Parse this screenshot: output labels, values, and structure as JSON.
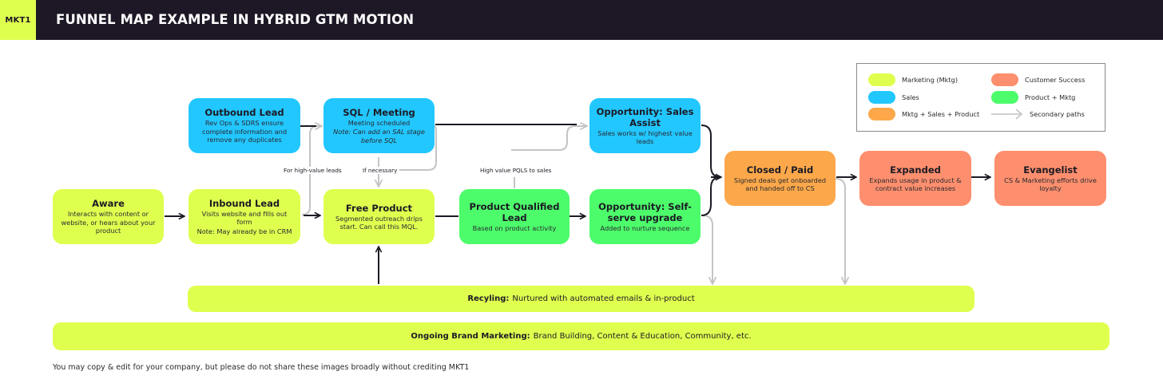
{
  "header": {
    "brand": "MKT1",
    "title": "FUNNEL MAP EXAMPLE IN HYBRID GTM MOTION"
  },
  "colors": {
    "header_bg": "#1e1826",
    "marketing": "#dfff4f",
    "sales": "#22c7ff",
    "product_mktg": "#4dfc6b",
    "mktg_sales_product": "#fca84a",
    "customer_success": "#fd8f6e",
    "primary_arrow": "#1c1a24",
    "secondary_arrow": "#c4c4c4"
  },
  "legend": {
    "items": [
      {
        "label": "Marketing (Mktg)",
        "kind": "marketing"
      },
      {
        "label": "Sales",
        "kind": "sales"
      },
      {
        "label": "Mktg + Sales + Product",
        "kind": "mktg_sales_product"
      },
      {
        "label": "Customer Success",
        "kind": "customer_success"
      },
      {
        "label": "Product + Mktg",
        "kind": "product_mktg"
      },
      {
        "label": "Secondary paths",
        "kind": "secondary_arrow"
      }
    ]
  },
  "nodes": {
    "aware": {
      "title": "Aware",
      "desc": "Interacts with content or website, or hears about your product",
      "kind": "marketing"
    },
    "outbound": {
      "title": "Outbound Lead",
      "desc": "Rev Ops & SDRS ensure complete information and remove any duplicates",
      "kind": "sales"
    },
    "inbound": {
      "title": "Inbound Lead",
      "desc": "Visits website and fills out form",
      "note": "Note: May already be in CRM",
      "kind": "marketing"
    },
    "sql": {
      "title": "SQL /  Meeting",
      "desc": "Meeting scheduled",
      "note": "Note: Can add an SAL stage before SQL",
      "kind": "sales"
    },
    "free": {
      "title": "Free Product",
      "desc": "Segmented outreach drips start. Can call this MQL.",
      "kind": "marketing"
    },
    "pql": {
      "title": "Product Qualified Lead",
      "desc": "Based on product activity",
      "kind": "product_mktg"
    },
    "opp_sales": {
      "title": "Opportunity: Sales Assist",
      "desc": "Sales works w/ highest value leads",
      "kind": "sales"
    },
    "opp_self": {
      "title": "Opportunity: Self-serve upgrade",
      "desc": "Added to nurture sequence",
      "kind": "product_mktg"
    },
    "closed": {
      "title": "Closed / Paid",
      "desc": "Signed deals get onboarded and handed off to CS",
      "kind": "mktg_sales_product"
    },
    "expanded": {
      "title": "Expanded",
      "desc": "Expands usage in product & contract value increases",
      "kind": "customer_success"
    },
    "evangelist": {
      "title": "Evangelist",
      "desc": "CS & Marketing efforts drive loyalty",
      "kind": "customer_success"
    }
  },
  "edge_labels": {
    "high_value_leads": "For high-value leads",
    "if_necessary": "If necessary",
    "high_value_pqls": "High value PQLS to sales"
  },
  "bands": {
    "recycling": {
      "label": "Recyling:",
      "text": "Nurtured with automated emails & in-product"
    },
    "brand": {
      "label": "Ongoing Brand Marketing:",
      "text": "Brand Building, Content & Education, Community, etc."
    }
  },
  "footer": "You may copy & edit for your company, but please do not share these images broadly without crediting MKT1"
}
